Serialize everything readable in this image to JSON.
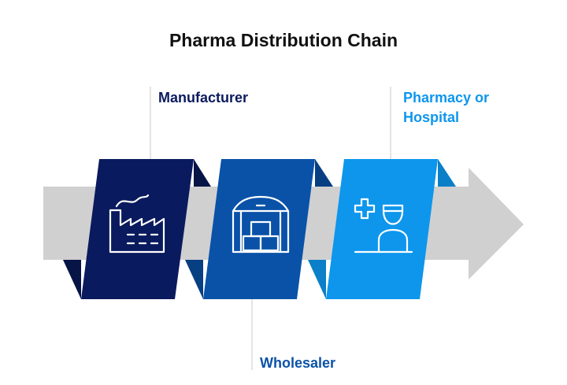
{
  "title": "Pharma Distribution Chain",
  "stages": [
    {
      "name": "Manufacturer",
      "icon": "factory-icon",
      "color": "#0a1a5e",
      "fold_color": "#071446"
    },
    {
      "name": "Wholesaler",
      "icon": "warehouse-icon",
      "color": "#0a52a8",
      "fold_color": "#073f83"
    },
    {
      "name": "Pharmacy or Hospital",
      "icon": "healthcare-worker-icon",
      "color": "#0d96ec",
      "fold_color": "#0b7fc8"
    }
  ],
  "colors": {
    "arrow": "#d0d0d0",
    "connector": "#c8c8c8",
    "icon_stroke": "#ffffff"
  }
}
